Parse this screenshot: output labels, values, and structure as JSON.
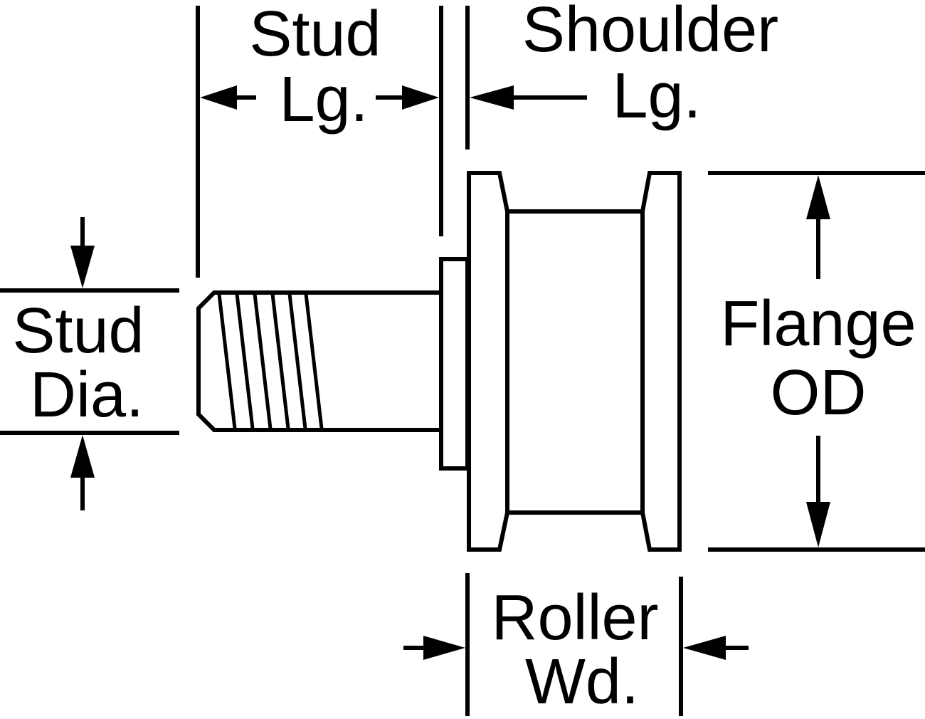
{
  "colors": {
    "ink": "#000000",
    "background": "#ffffff"
  },
  "labels": {
    "stud_length": {
      "line1": "Stud",
      "line2": "Lg."
    },
    "shoulder_length": {
      "line1": "Shoulder",
      "line2": "Lg."
    },
    "stud_diameter": {
      "line1": "Stud",
      "line2": "Dia."
    },
    "flange_od": {
      "line1": "Flange",
      "line2": "OD"
    },
    "roller_width": {
      "line1": "Roller",
      "line2": "Wd."
    }
  }
}
